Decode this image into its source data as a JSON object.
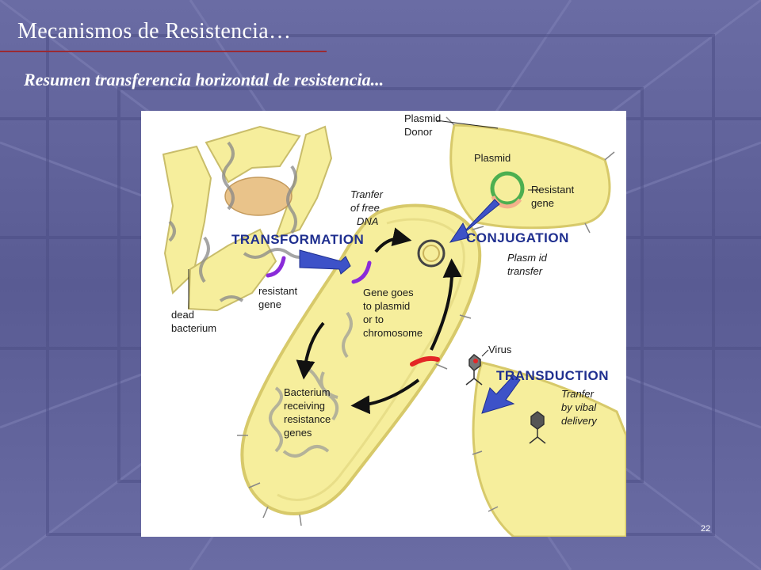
{
  "slide": {
    "title": "Mecanismos  de Resistencia…",
    "subtitle": "Resumen transferencia horizontal de resistencia...",
    "page_number": "22"
  },
  "colors": {
    "background": "#5d5f97",
    "title_rule": "#9b2a33",
    "cell_fill": "#f6ee9c",
    "cell_stroke": "#d7c96a",
    "arrow_blue": "#3d52c8",
    "heading_blue": "#1f2f8f"
  },
  "figure": {
    "labels": {
      "plasmid_donor_1": "Plasmid",
      "plasmid_donor_2": "Donor",
      "plasmid": "Plasmid",
      "resistant_gene_1": "Resistant",
      "resistant_gene_2": "gene",
      "transfer_free_1": "Tranfer",
      "transfer_free_2": "of free",
      "transfer_free_3": "DNA",
      "transformation": "TRANSFORMATION",
      "conjugation": "CONJUGATION",
      "plasmid_transfer_1": "Plasm id",
      "plasmid_transfer_2": "transfer",
      "resistant_gene_left_1": "resistant",
      "resistant_gene_left_2": "gene",
      "gene_goes_1": "Gene goes",
      "gene_goes_2": "to plasmid",
      "gene_goes_3": "or to",
      "gene_goes_4": "chromosome",
      "dead_bacterium_1": "dead",
      "dead_bacterium_2": "bacterium",
      "virus": "Virus",
      "transduction": "TRANSDUCTION",
      "viral_delivery_1": "Tranfer",
      "viral_delivery_2": "by vibal",
      "viral_delivery_3": "delivery",
      "receiving_1": "Bacterium",
      "receiving_2": "receiving",
      "receiving_3": "resistance",
      "receiving_4": "genes"
    }
  }
}
